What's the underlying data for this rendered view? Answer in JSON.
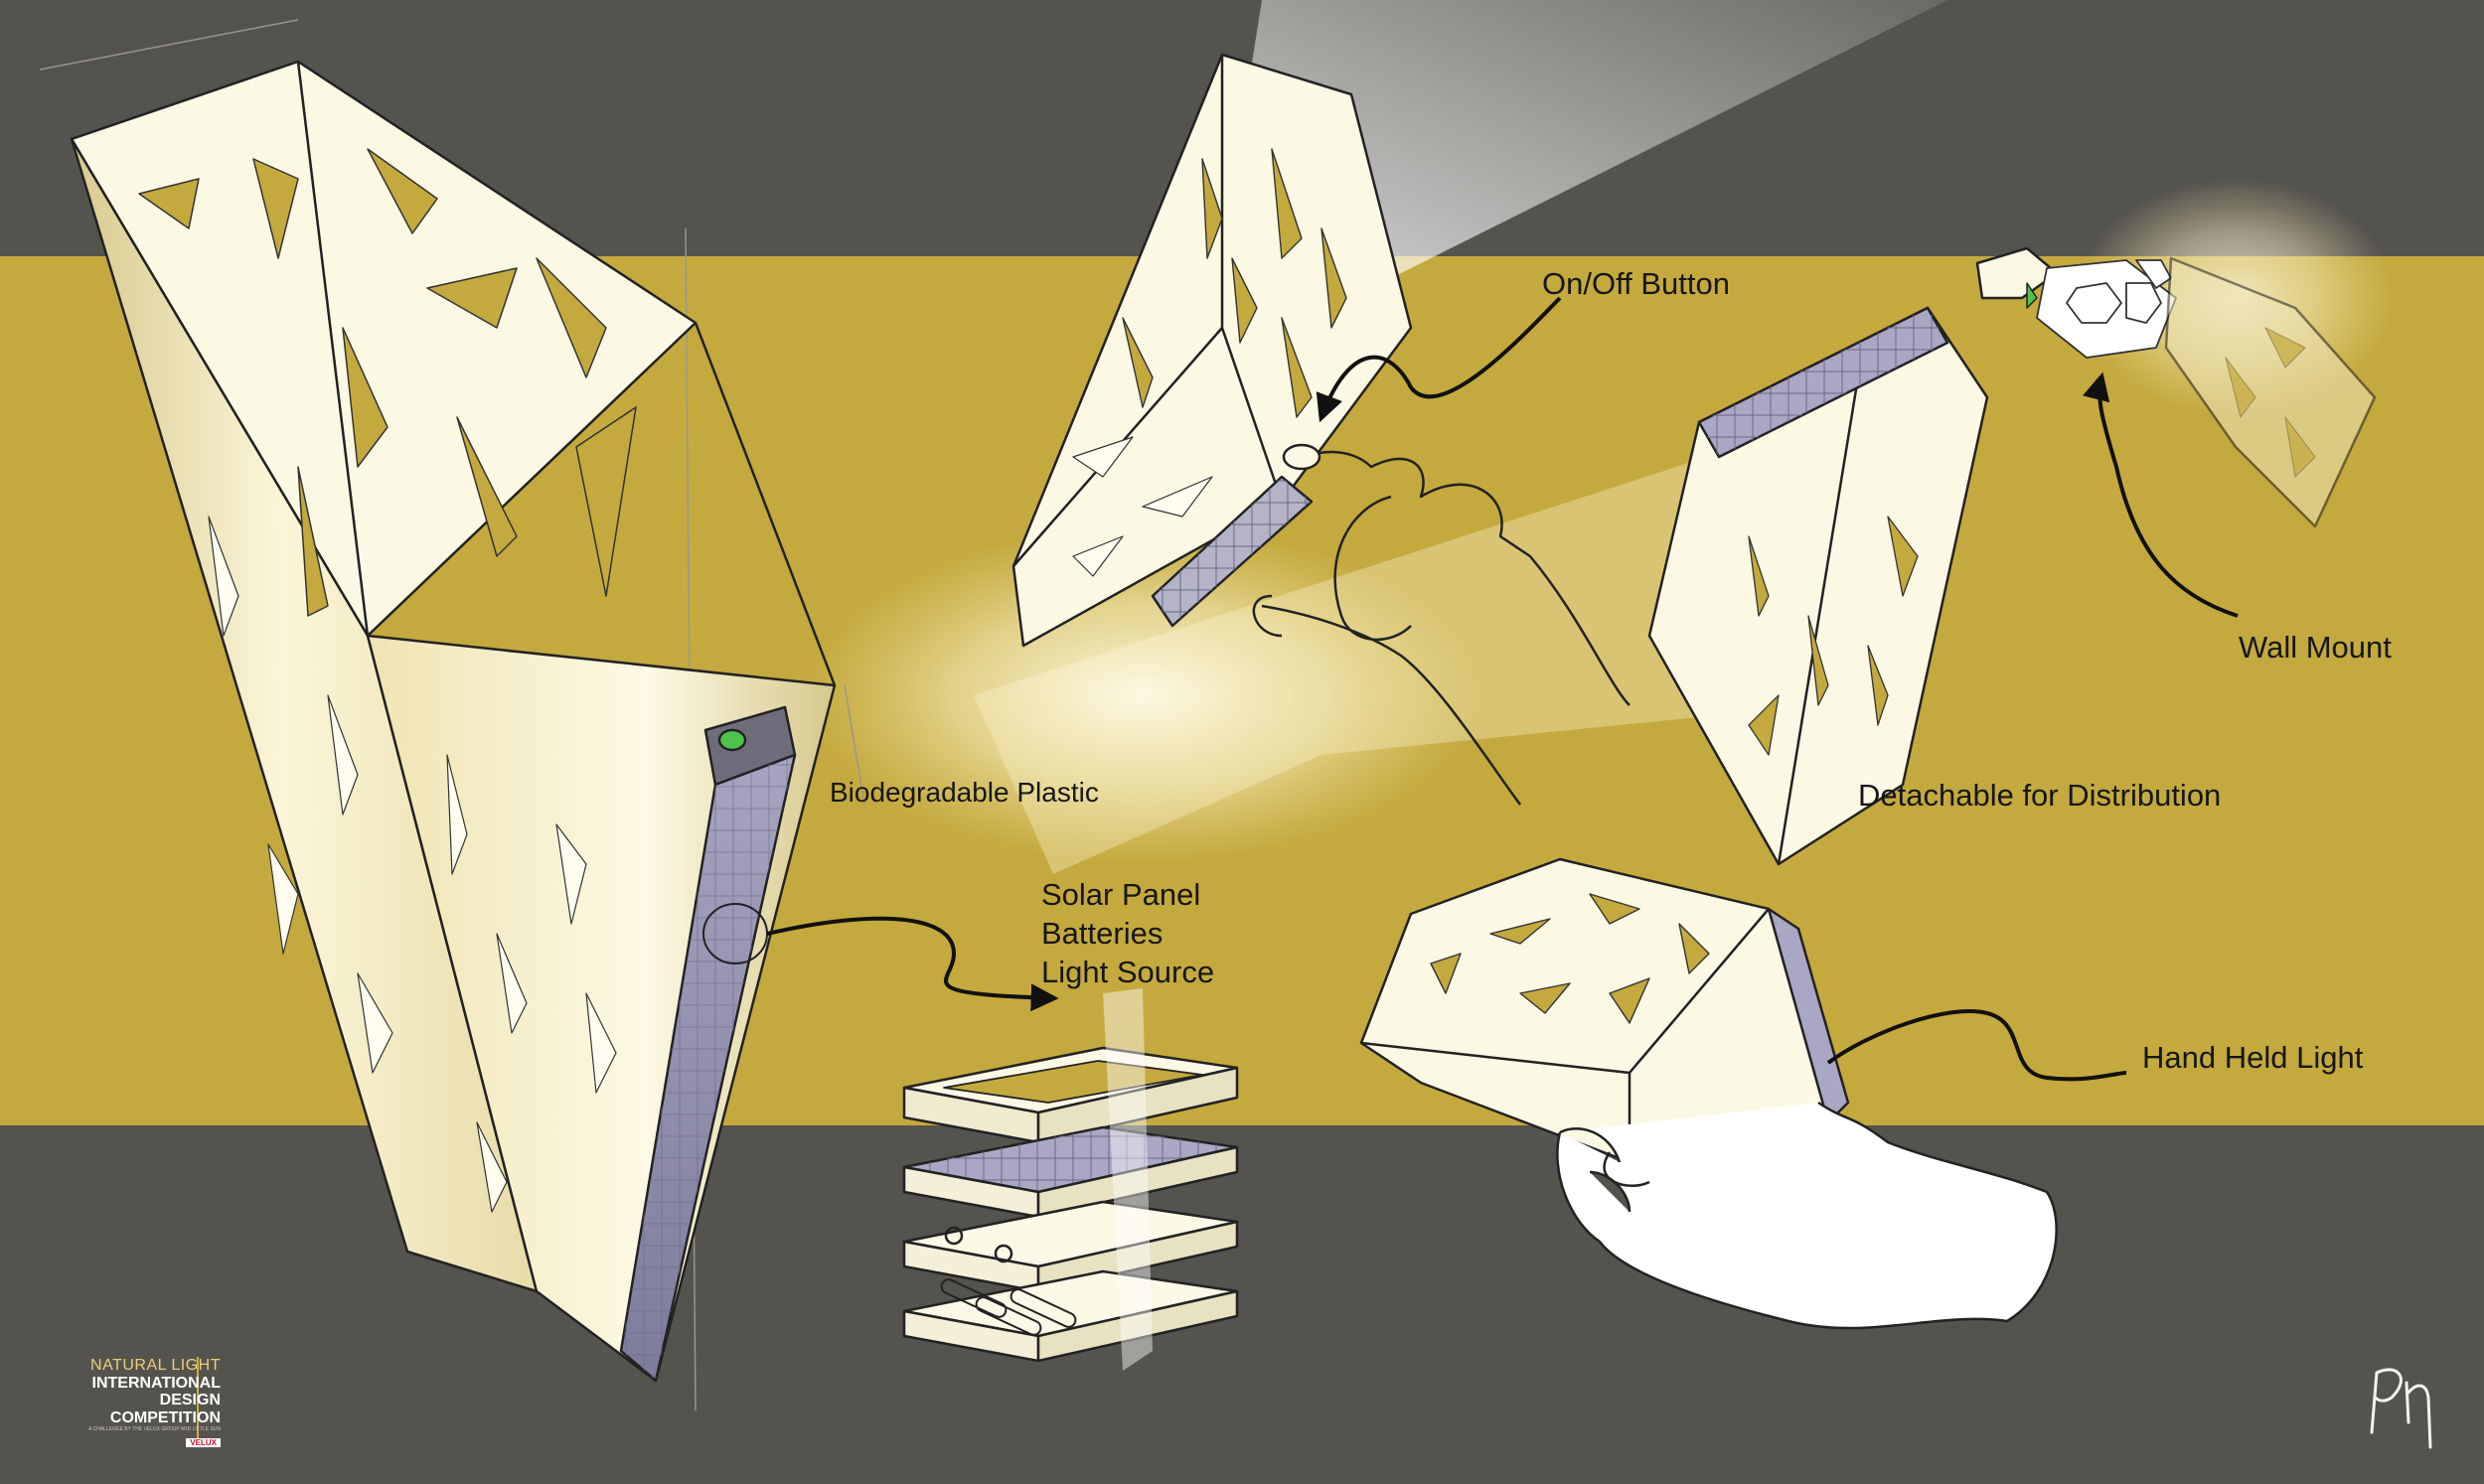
{
  "colors": {
    "background": "#55534e",
    "accent_band": "#c4a93e",
    "lamp_body": "#fbf7dc",
    "lamp_shade": "#e3d6a0",
    "solar_panel": "#8c8aa8",
    "ink": "#161616",
    "green_button": "#4ec24e"
  },
  "annotations": {
    "on_off": "On/Off Button",
    "biodegradable": "Biodegradable Plastic",
    "components": [
      "Solar Panel",
      "Batteries",
      "Light Source"
    ],
    "detachable": "Detachable for Distribution",
    "wall_mount": "Wall Mount",
    "hand_held": "Hand Held Light"
  },
  "logo": {
    "line1": "NATURAL LIGHT",
    "line2": "INTERNATIONAL",
    "line3": "DESIGN COMPETITION",
    "tagline": "A CHALLENGE BY THE VELUX GROUP AND LITTLE SUN",
    "brand": "VELUX"
  },
  "signature": "PM",
  "icons": [
    "green-button-icon",
    "solar-panel-icon",
    "wall-mount-icon",
    "hand-icon"
  ]
}
